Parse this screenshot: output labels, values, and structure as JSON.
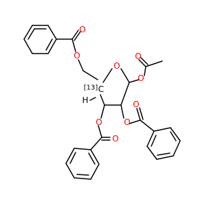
{
  "molecule": {
    "atom_labels": {
      "ring_oxygen": "O",
      "acetyl_ester_oxygen": "O",
      "acetyl_carbonyl_oxygen": "O",
      "c5_ester_oxygen": "O",
      "c5_carbonyl_oxygen": "O",
      "c2_ester_oxygen": "O",
      "c2_carbonyl_oxygen": "O",
      "c3_ester_oxygen": "O",
      "c3_carbonyl_oxygen": "O",
      "labeled_carbon": "C",
      "isotope": "[13]",
      "hydrogen": "H"
    },
    "colors": {
      "oxygen": "#ff0000",
      "bond": "#000000",
      "carbon": "#000000"
    }
  }
}
